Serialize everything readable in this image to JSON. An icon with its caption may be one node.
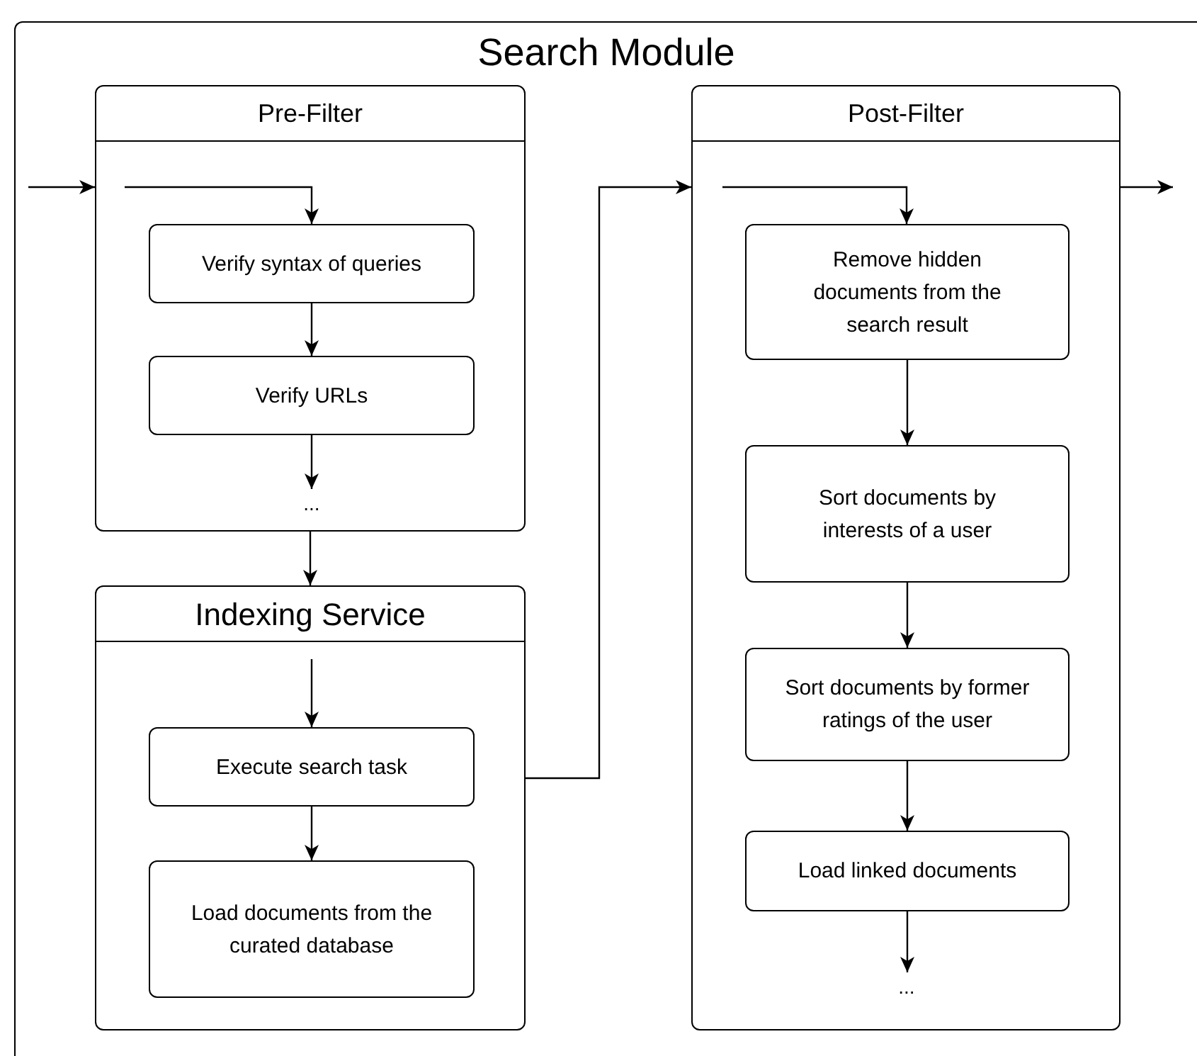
{
  "diagram": {
    "nodes": [
      {
        "text": [
          "Search Module"
        ]
      },
      {
        "text": [
          "Pre-Filter"
        ],
        "in": 0
      },
      {
        "text": [
          "Verify syntax of queries"
        ],
        "in": 1
      },
      {
        "text": [
          "Verify URLs"
        ],
        "in": 1
      },
      {
        "text": [
          "..."
        ],
        "in": 1
      },
      {
        "text": [
          "Indexing Service"
        ],
        "in": 0
      },
      {
        "text": [
          "Execute search task"
        ],
        "in": 5
      },
      {
        "text": [
          "Load documents from the curated database"
        ],
        "in": 5
      },
      {
        "text": [
          "Post-Filter"
        ],
        "in": 0
      },
      {
        "text": [
          "Remove hidden documents from the search result"
        ],
        "in": 8
      },
      {
        "text": [
          "Sort documents by interests of a user"
        ],
        "in": 8
      },
      {
        "text": [
          "Sort documents by former ratings of the user"
        ],
        "in": 8
      },
      {
        "text": [
          "Load linked documents"
        ],
        "in": 8
      },
      {
        "text": [
          "..."
        ],
        "in": 8
      }
    ],
    "edges": [
      {
        "from": null,
        "to": 1,
        "arrow": "to"
      },
      {
        "from": null,
        "to": 2,
        "arrow": "to"
      },
      {
        "from": 2,
        "to": 3,
        "arrow": "to"
      },
      {
        "from": 3,
        "to": 4,
        "arrow": "to"
      },
      {
        "from": 1,
        "to": 5,
        "arrow": "to"
      },
      {
        "from": null,
        "to": 6,
        "arrow": "to"
      },
      {
        "from": 6,
        "to": 7,
        "arrow": "to"
      },
      {
        "from": 5,
        "to": 8,
        "arrow": "to"
      },
      {
        "from": null,
        "to": 9,
        "arrow": "to"
      },
      {
        "from": 9,
        "to": 10,
        "arrow": "to"
      },
      {
        "from": 10,
        "to": 11,
        "arrow": "to"
      },
      {
        "from": 11,
        "to": 12,
        "arrow": "to"
      },
      {
        "from": 12,
        "to": 13,
        "arrow": "to"
      },
      {
        "from": 8,
        "to": null,
        "arrow": "to"
      }
    ]
  }
}
